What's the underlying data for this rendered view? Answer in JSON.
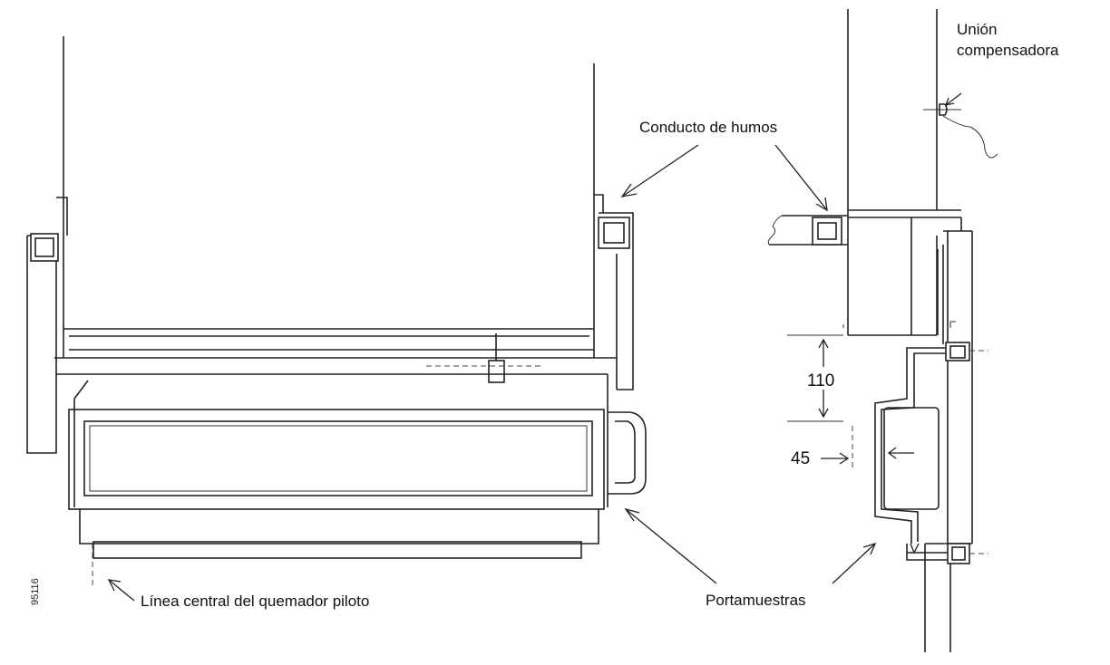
{
  "labels": {
    "union_line1": "Unión",
    "union_line2": "compensadora",
    "conducto": "Conducto de humos",
    "portamuestras": "Portamuestras",
    "linea_central": "Línea central del quemador piloto",
    "dim_110": "110",
    "dim_45": "45",
    "figure_code": "95116"
  }
}
